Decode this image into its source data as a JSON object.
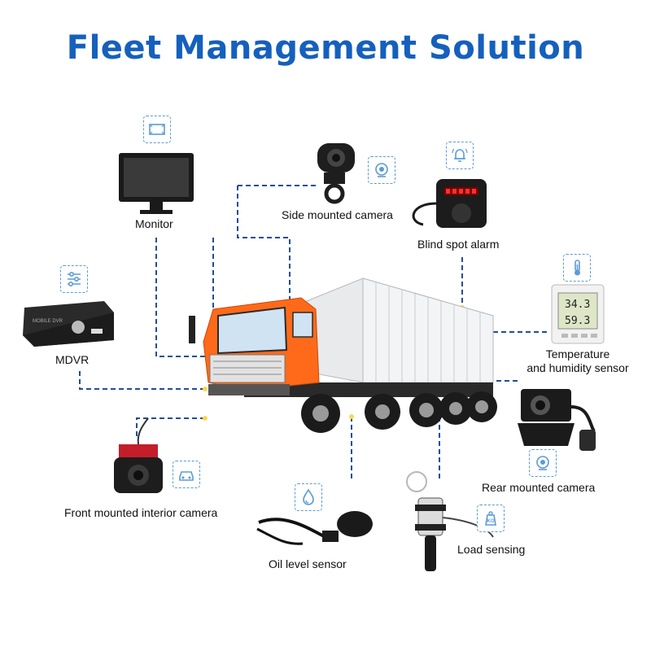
{
  "title": "Fleet Management Solution",
  "colors": {
    "title": "#1560bd",
    "connector": "#1f4e9c",
    "badge": "#5b9bd5",
    "cab": "#ff6a1a"
  },
  "devices": {
    "monitor": {
      "label": "Monitor",
      "icon": "monitor-icon"
    },
    "side_camera": {
      "label": "Side mounted camera",
      "icon": "camera-icon"
    },
    "blind_spot": {
      "label": "Blind spot alarm",
      "icon": "alarm-bell-icon"
    },
    "mdvr": {
      "label": "MDVR",
      "icon": "sliders-icon",
      "device_text": "MOBILE DVR"
    },
    "temperature": {
      "label_line1": "Temperature",
      "label_line2": "and humidity sensor",
      "icon": "thermometer-icon",
      "reading_temp": "34.3",
      "reading_hum": "59.3"
    },
    "rear_camera": {
      "label": "Rear mounted camera",
      "icon": "camera-icon"
    },
    "front_camera": {
      "label": "Front mounted interior camera",
      "icon": "car-icon"
    },
    "oil_sensor": {
      "label": "Oil level sensor",
      "icon": "droplet-icon"
    },
    "load_sensing": {
      "label": "Load sensing",
      "icon": "kg-weight-icon",
      "badge_text": "KG"
    }
  }
}
